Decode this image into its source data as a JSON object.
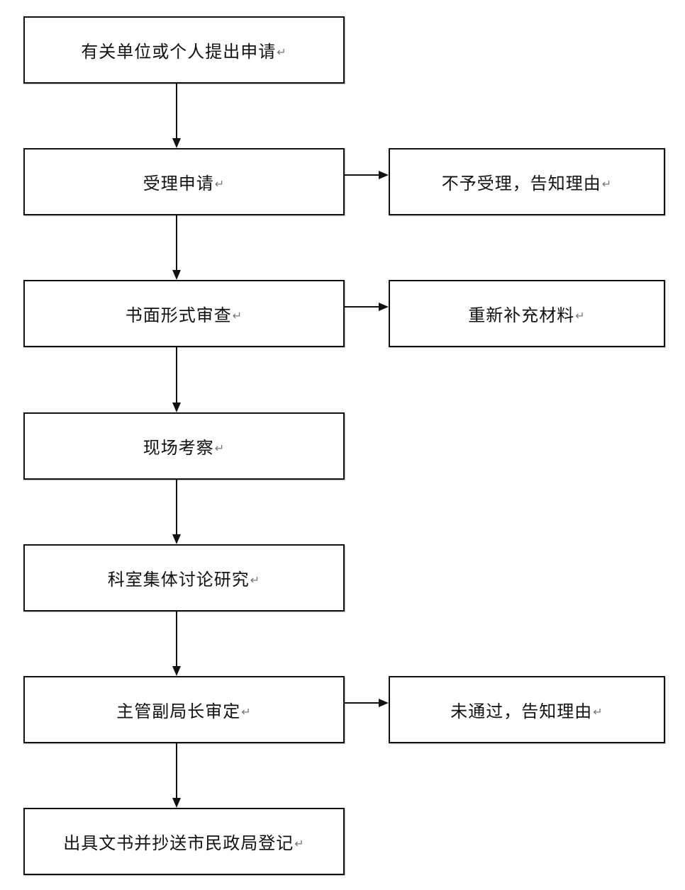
{
  "para_mark": "↵",
  "main_steps": [
    "有关单位或个人提出申请",
    "受理申请",
    "书面形式审查",
    "现场考察",
    "科室集体讨论研究",
    "主管副局长审定",
    "出具文书并抄送市民政局登记"
  ],
  "side_outcomes": {
    "reject_acceptance": "不予受理，告知理由",
    "supplement_materials": "重新补充材料",
    "not_approved": "未通过，告知理由"
  }
}
